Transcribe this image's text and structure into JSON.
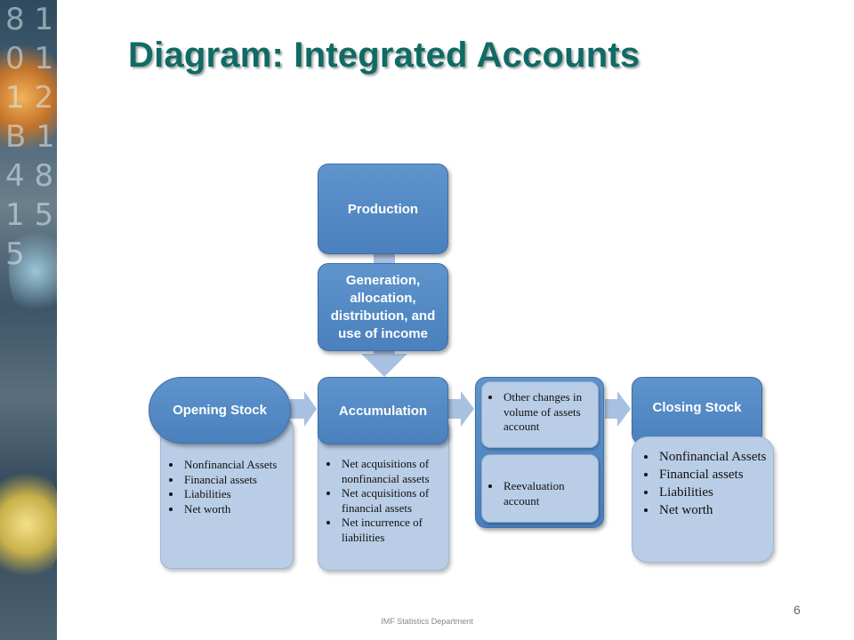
{
  "slide": {
    "title": "Diagram: Integrated Accounts",
    "footer": "IMF Statistics Department",
    "page_number": "6"
  },
  "diagram": {
    "production": "Production",
    "income": "Generation, allocation, distribution, and use of income",
    "opening_stock": {
      "label": "Opening Stock",
      "items": [
        "Nonfinancial Assets",
        "Financial assets",
        "Liabilities",
        "Net worth"
      ]
    },
    "accumulation": {
      "label": "Accumulation",
      "items": [
        "Net acquisitions of nonfinancial assets",
        "Net acquisitions of financial assets",
        "Net incurrence of liabilities"
      ]
    },
    "other_changes": {
      "volume_item": "Other changes in volume of assets account",
      "reevaluation_item": "Reevaluation account"
    },
    "closing_stock": {
      "label": "Closing Stock",
      "items": [
        "Nonfinancial Assets",
        "Financial assets",
        "Liabilities",
        "Net worth"
      ]
    },
    "colors": {
      "box_fill": "#4a80bd",
      "panel_fill": "#b9cde6",
      "arrow_fill": "#a9c1e0",
      "title_color": "#0f6b64"
    }
  }
}
